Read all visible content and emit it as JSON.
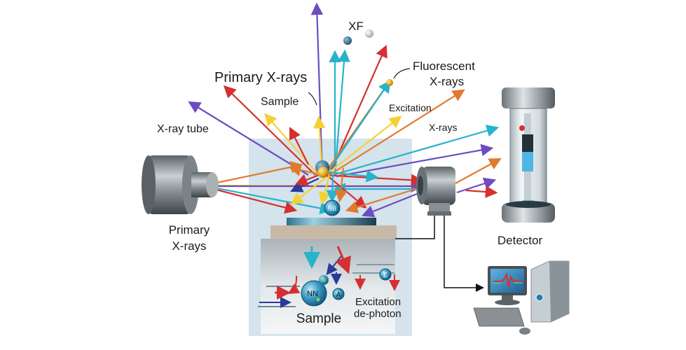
{
  "title": "X-ray fluorescence setup diagram",
  "labels": {
    "xf": "XF",
    "primary_xrays_top": "Primary X-rays",
    "sample_top": "Sample",
    "fluorescent": [
      "Fluorescent",
      "X-rays"
    ],
    "excitation": "Excitation",
    "xrays_right": "X-rays",
    "xray_tube": "X-ray tube",
    "primary_xrays_bottom": [
      "Primary",
      "X-rays"
    ],
    "detector": "Detector",
    "nb_particle": "NB",
    "sample_bottom": "Sample",
    "excitation_dephoton": [
      "Excitation",
      "de-photon"
    ],
    "nn_particle": "NN",
    "a_particle": "A",
    "e_particle": "E"
  },
  "colors": {
    "red": "#d62f2f",
    "orange": "#e07b2e",
    "yellow": "#f2d233",
    "cyan": "#27b3c9",
    "purple": "#6d4cc2",
    "navy": "#2b3a9a",
    "chamber": "#d6e4ee",
    "metal": "#8c9499"
  }
}
